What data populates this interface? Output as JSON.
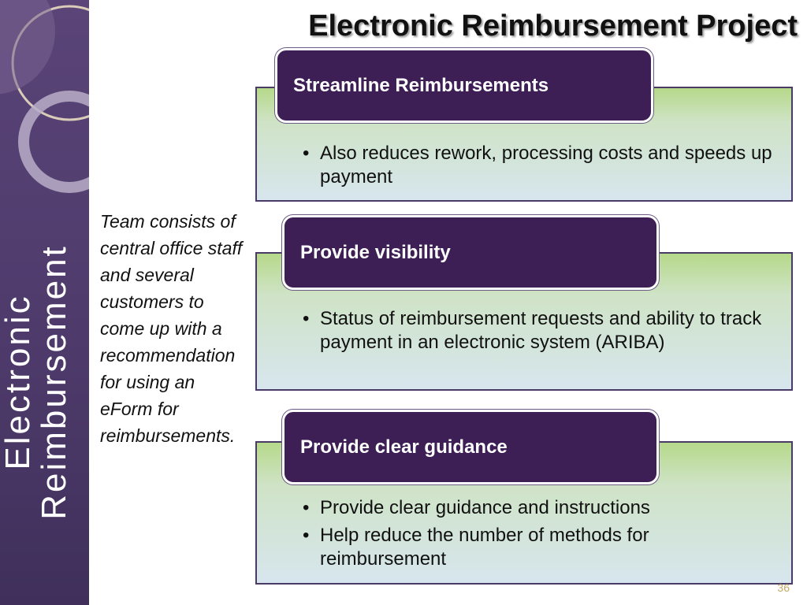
{
  "slide": {
    "title": "Electronic Reimbursement Project",
    "sidebar_title_line1": "Electronic",
    "sidebar_title_line2": "Reimbursement",
    "team_note": "Team consists of central office staff and several customers to come up with a recommendation   for using an eForm  for reimbursements.",
    "page_number": "36"
  },
  "sections": [
    {
      "heading": "Streamline Reimbursements",
      "bullets": [
        "Also reduces rework, processing costs and speeds up payment"
      ]
    },
    {
      "heading": "Provide visibility",
      "bullets": [
        "Status of reimbursement requests and ability to track payment in an electronic system (ARIBA)"
      ]
    },
    {
      "heading": "Provide clear guidance",
      "bullets": [
        "Provide clear guidance and instructions",
        "Help reduce the number of methods for reimbursement"
      ]
    }
  ],
  "colors": {
    "sidebar": "#4d3a6a",
    "tab": "#3d1f56",
    "panel_top": "#b6d98a",
    "panel_bottom": "#d7e6ee"
  }
}
